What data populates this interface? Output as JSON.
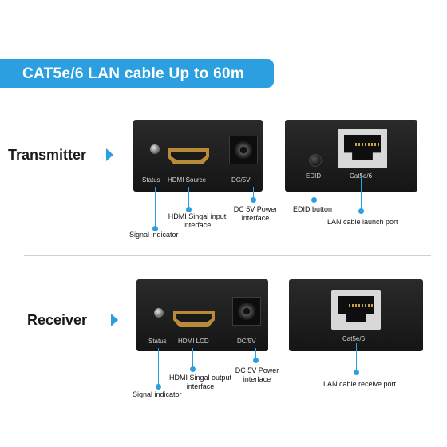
{
  "banner": {
    "title": "CAT5e/6 LAN cable Up to 60m"
  },
  "colors": {
    "accent": "#2b9fe0",
    "panel": "#1b1b1b"
  },
  "transmitter": {
    "label": "Transmitter",
    "front_panel": {
      "status_label": "Status",
      "hdmi_label": "HDMI Source",
      "dc_label": "DC/5V"
    },
    "back_panel": {
      "edid_label": "EDID",
      "lan_label": "Cat5e/6"
    },
    "callouts": {
      "signal_indicator": "Signal indicator",
      "hdmi_line1": "HDMI Singal input",
      "hdmi_line2": "interface",
      "dc_line1": "DC 5V Power",
      "dc_line2": "interface",
      "edid_button": "EDID button",
      "lan_port": "LAN cable launch port"
    }
  },
  "receiver": {
    "label": "Receiver",
    "front_panel": {
      "status_label": "Status",
      "hdmi_label": "HDMI LCD",
      "dc_label": "DC/5V"
    },
    "back_panel": {
      "lan_label": "Cat5e/6"
    },
    "callouts": {
      "signal_indicator": "Signal indicator",
      "hdmi_line1": "HDMI Singal output",
      "hdmi_line2": "interface",
      "dc_line1": "DC 5V Power",
      "dc_line2": "interface",
      "lan_port": "LAN cable receive port"
    }
  }
}
